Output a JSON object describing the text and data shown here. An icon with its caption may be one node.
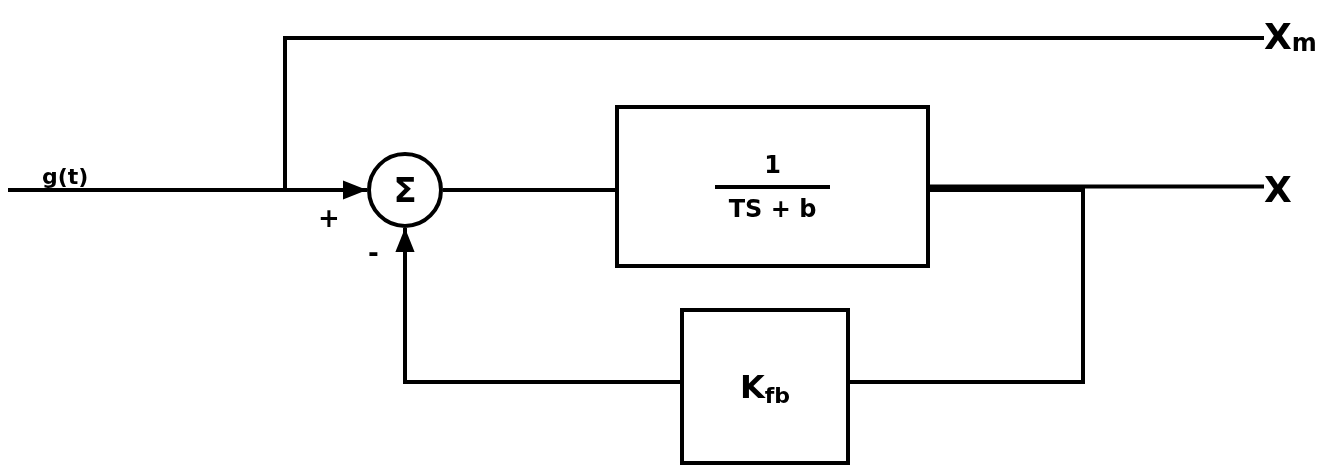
{
  "diagram": {
    "nodes": [
      {
        "text": [
          "Σ"
        ]
      },
      {
        "text": [
          "1",
          "TS + b"
        ]
      },
      {
        "text": [
          "X$_{m}$"
        ]
      },
      {
        "text": [
          "X"
        ]
      },
      {
        "text": [
          "K$_{fb}$"
        ]
      }
    ],
    "edges": [
      {
        "from": null,
        "to": 0,
        "arrow": "to",
        "label": "g(t)"
      },
      {
        "from": null,
        "to": 2,
        "arrow": "none"
      },
      {
        "from": 0,
        "to": 1,
        "arrow": "none"
      },
      {
        "from": 1,
        "to": 3,
        "arrow": "none"
      },
      {
        "from": 1,
        "to": 4,
        "arrow": "none"
      },
      {
        "from": 4,
        "to": 0,
        "arrow": "to"
      }
    ],
    "labels": [
      "+",
      "-"
    ]
  }
}
